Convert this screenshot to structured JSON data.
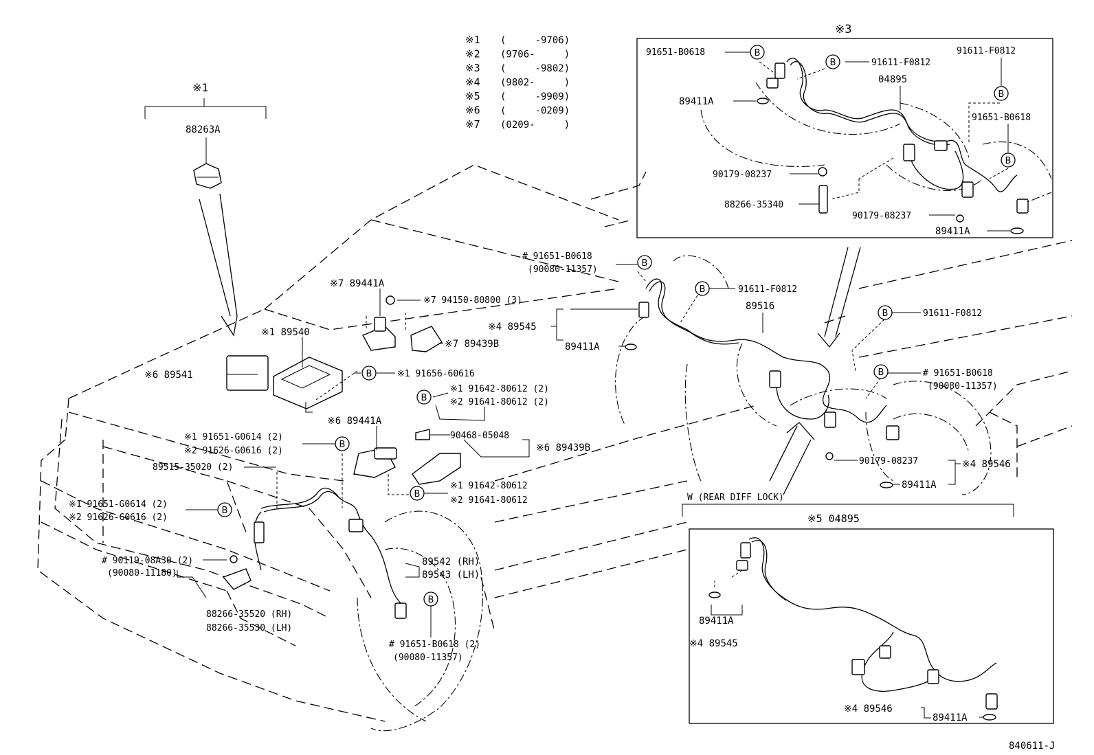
{
  "legend": [
    {
      "mark": "※1",
      "range": "(     -9706)"
    },
    {
      "mark": "※2",
      "range": "(9706-     )"
    },
    {
      "mark": "※3",
      "range": "(     -9802)"
    },
    {
      "mark": "※4",
      "range": "(9802-     )"
    },
    {
      "mark": "※5",
      "range": "(     -9909)"
    },
    {
      "mark": "※6",
      "range": "(     -0209)"
    },
    {
      "mark": "※7",
      "range": "(0209-     )"
    }
  ],
  "bolt_letter": "B",
  "inset3": {
    "title": "※3",
    "labels": {
      "a": "91651-B0618",
      "b": "91611-F0812",
      "c": "04895",
      "d": "91611-F0812",
      "e": "89411A",
      "f": "91651-B0618",
      "g": "90179-08237",
      "h": "88266-35340",
      "i": "90179-08237",
      "j": "89411A"
    }
  },
  "top_left": {
    "group": "※1",
    "part": "88263A"
  },
  "main": {
    "p1": "※7 89441A",
    "p2": "※7 94150-80800 (3)",
    "p3": "※1 89540",
    "p4": "※7 89439B",
    "p5": "※6 89541",
    "p6": "※1 91656-60616",
    "p7a": "※1 91642-80612 (2)",
    "p7b": "※2 91641-80612 (2)",
    "p8": "※6 89441A",
    "p9": "90468-05048",
    "p10": "※6 89439B",
    "p11a": "※1 91651-G0614 (2)",
    "p11b": "※2 91626-G0616 (2)",
    "p12": "89515-35020 (2)",
    "p13a": "※1 91642-80612",
    "p13b": "※2 91641-80612",
    "p14a": "※1 91651-G0614 (2)",
    "p14b": "※2 91626-G0616 (2)",
    "p15a": "# 90119-08A30 (2)",
    "p15b": "(90080-11180)",
    "p16a": "89542 (RH)",
    "p16b": "89543 (LH)",
    "p17a": "88266-35520 (RH)",
    "p17b": "88266-35530 (LH)",
    "p18a": "# 91651-B0618 (2)",
    "p18b": "(90080-11357)",
    "p19a": "# 91651-B0618",
    "p19b": "(90080-11357)",
    "p20": "91611-F0812",
    "p21": "※4 89545",
    "p22": "89516",
    "p23": "89411A",
    "p24": "91611-F0812",
    "p25a": "# 91651-B0618",
    "p25b": "(90080-11357)",
    "p26": "90179-08237",
    "p27": "※4 89546",
    "p28": "89411A"
  },
  "inset5": {
    "header": "W  (REAR DIFF LOCK)",
    "title": "※5 04895",
    "l1": "89411A",
    "l2": "※4 89545",
    "l3": "※4 89546",
    "l4": "89411A"
  },
  "figure_code": "840611-J"
}
